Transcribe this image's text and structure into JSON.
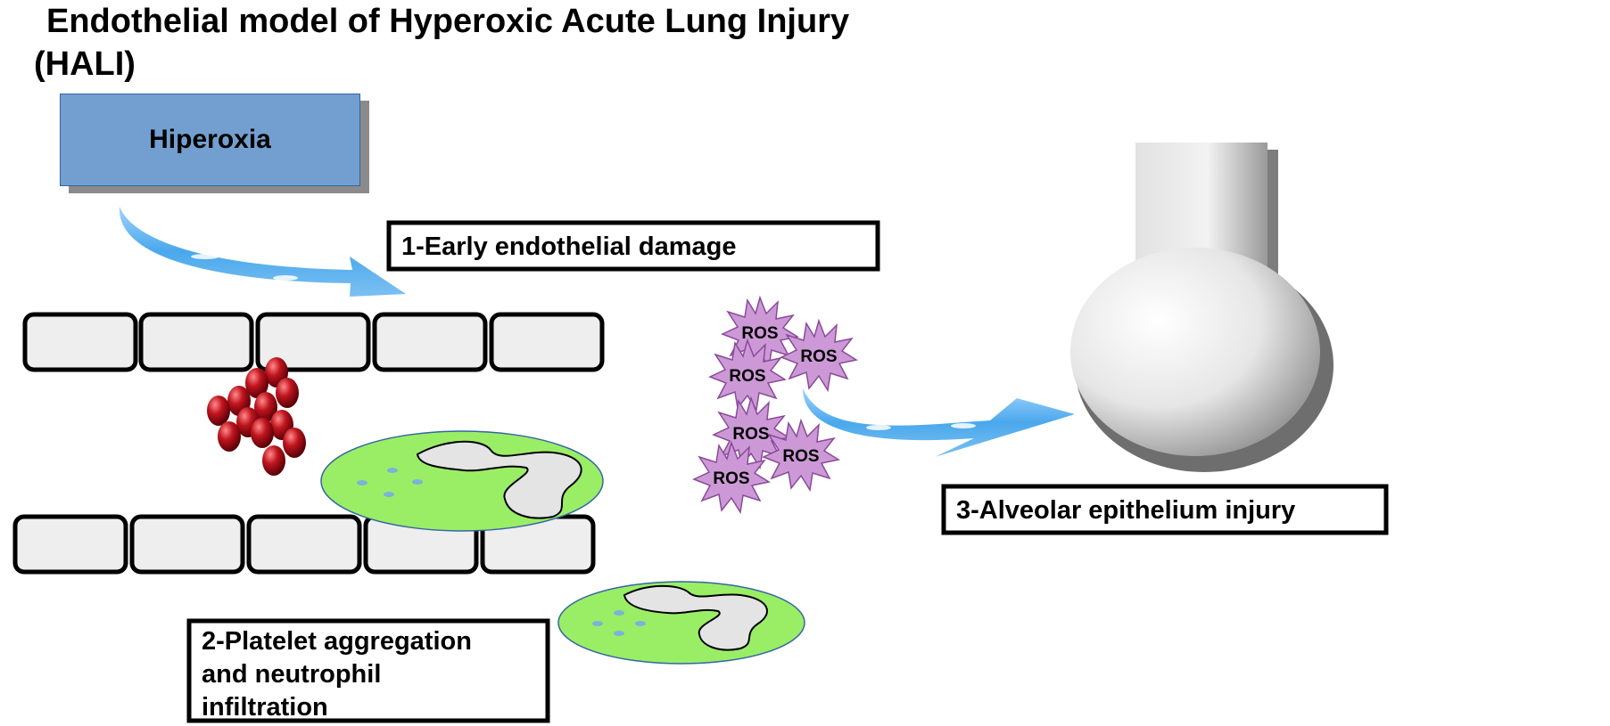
{
  "title": {
    "line1": "Endothelial model of Hyperoxic Acute Lung Injury",
    "line2": "(HALI)"
  },
  "hyperoxia_label": "Hiperoxia",
  "steps": {
    "step1": "1-Early endothelial damage",
    "step2_lines": [
      "2-Platelet aggregation",
      "and neutrophil",
      "infiltration"
    ],
    "step3": "3-Alveolar epithelium injury"
  },
  "ros_label": "ROS",
  "colors": {
    "hyperoxia_box": "#729fcf",
    "arrow": "#5eb0ee",
    "ros_star": "#cc99d6",
    "red_blood_cell": "#b3141f",
    "neutrophil": "#99ee66",
    "endothelial_cell": "#eeeeee"
  }
}
